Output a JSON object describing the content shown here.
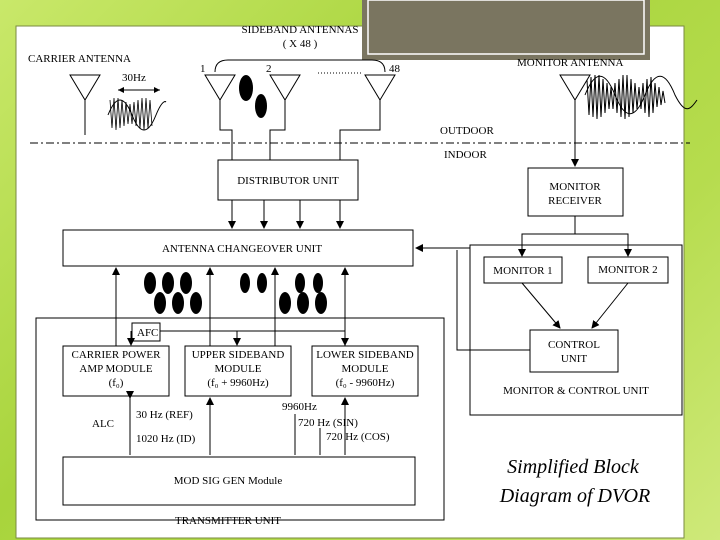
{
  "antennas": {
    "sideband_title": "SIDEBAND ANTENNAS",
    "sideband_count": "( X 48 )",
    "carrier": "CARRIER ANTENNA",
    "carrier_freq": "30Hz",
    "num1": "1",
    "num2": "2",
    "num48": "48",
    "monitor": "MONITOR ANTENNA"
  },
  "zones": {
    "outdoor": "OUTDOOR",
    "indoor": "INDOOR"
  },
  "blocks": {
    "distributor": "DISTRIBUTOR UNIT",
    "monitor_receiver": [
      "MONITOR",
      "RECEIVER"
    ],
    "changeover": "ANTENNA CHANGEOVER UNIT",
    "monitor1": "MONITOR 1",
    "monitor2": "MONITOR 2",
    "afc": "AFC",
    "carrier_power": [
      "CARRIER POWER",
      "AMP MODULE",
      "(f₀)"
    ],
    "upper_sideband": [
      "UPPER SIDEBAND",
      "MODULE",
      "(f₀ + 9960Hz)"
    ],
    "lower_sideband": [
      "LOWER SIDEBAND",
      "MODULE",
      "(f₀ - 9960Hz)"
    ],
    "control_unit": [
      "CONTROL",
      "UNIT"
    ],
    "monitor_control": "MONITOR & CONTROL UNIT",
    "alc": "ALC",
    "mod_sig_gen": "MOD SIG GEN Module",
    "transmitter": "TRANSMITTER UNIT"
  },
  "signals": {
    "ref": "30 Hz (REF)",
    "id": "1020 Hz (ID)",
    "f9960": "9960Hz",
    "sin": "720 Hz (SIN)",
    "cos": "720 Hz (COS)"
  },
  "caption": [
    "Simplified Block",
    "Diagram of DVOR"
  ],
  "colors": {
    "background": "#b6dc4e",
    "slide": "#ffffff",
    "tab": "#7a7560",
    "line": "#000000"
  }
}
